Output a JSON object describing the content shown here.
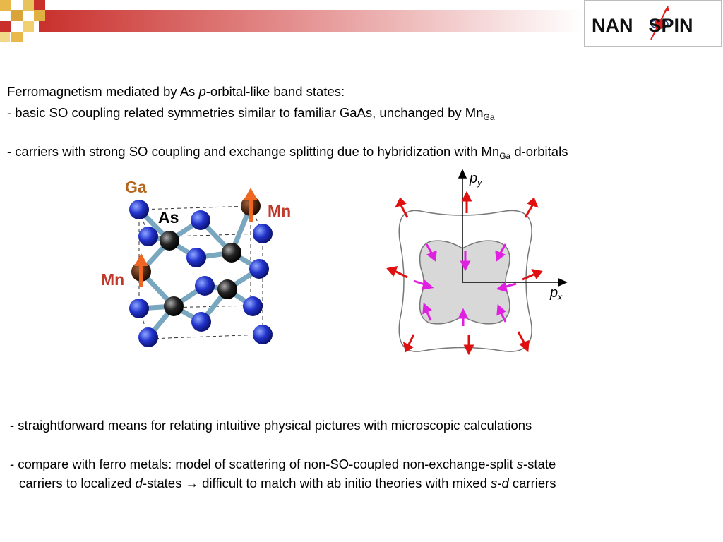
{
  "logo": {
    "text_left": "NAN",
    "text_right": "SPIN"
  },
  "top_text": {
    "l1_a": "Ferromagnetism mediated by As ",
    "l1_b": "p",
    "l1_c": "-orbital-like band states:",
    "l2_a": "- basic SO coupling related symmetries similar to familiar GaAs, unchanged by Mn",
    "l2_sub": "Ga",
    "l3_a": "- carriers with strong SO coupling and exchange splitting due to hybridization with Mn",
    "l3_sub": "Ga",
    "l3_b": " d-orbitals"
  },
  "crystal": {
    "label_ga": "Ga",
    "label_as": "As",
    "label_mn_right": "Mn",
    "label_mn_left": "Mn",
    "color_ga_label": "#b5651d",
    "color_mn_label": "#c0392b"
  },
  "kspace": {
    "label_py": "p",
    "label_py_sub": "y",
    "label_px": "p",
    "label_px_sub": "x"
  },
  "bottom_text": {
    "b1": "- straightforward means for relating intuitive physical pictures with microscopic calculations",
    "b2_a": "- compare with ferro metals: model of scattering of non-SO-coupled non-exchange-split ",
    "b2_s": "s",
    "b2_b": "-state",
    "b3_a": "carriers to localized ",
    "b3_d": "d",
    "b3_b": "-states ",
    "b3_arrow": "→",
    "b3_c": " difficult to match with ab initio theories with mixed ",
    "b3_sd": "s-d",
    "b3_e": " carriers"
  }
}
